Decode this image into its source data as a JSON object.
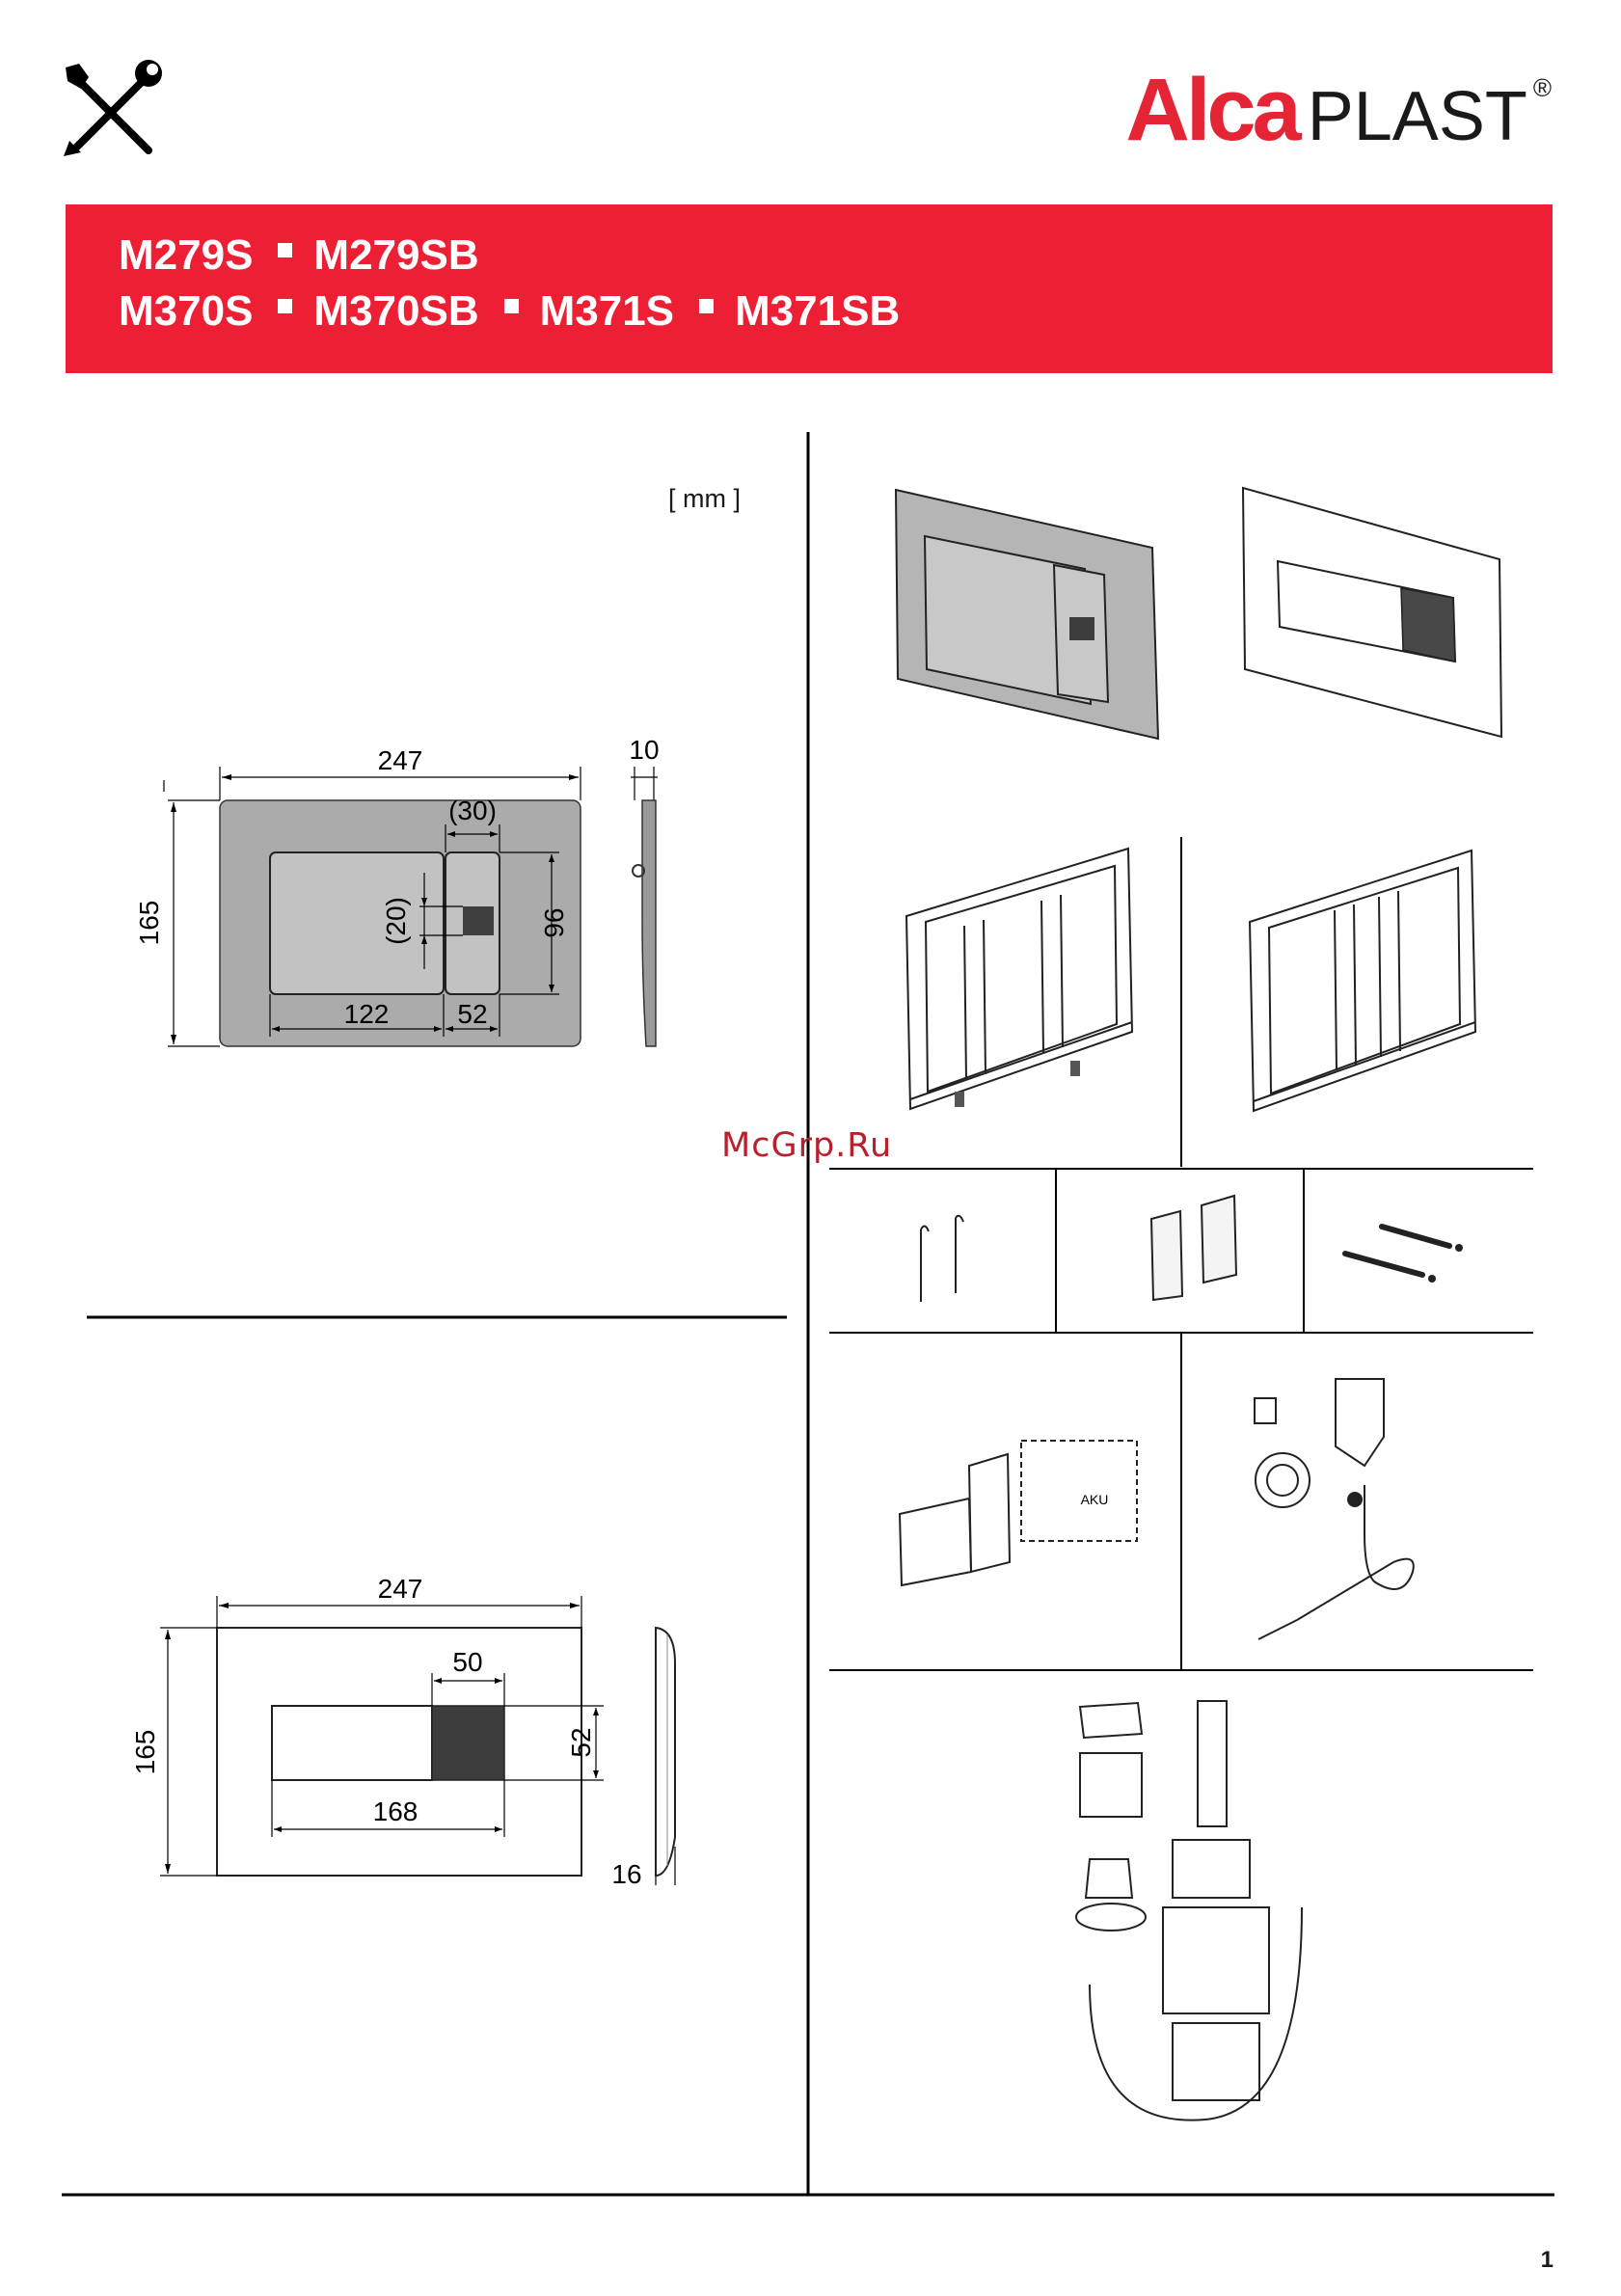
{
  "brand": {
    "alca": "Alca",
    "plast": "PLAST",
    "registered": "®"
  },
  "header_icon": "wrench-screwdriver-icon",
  "banner": {
    "line1": [
      "M279S",
      "M279SB"
    ],
    "line2": [
      "M370S",
      "M370SB",
      "M371S",
      "M371SB"
    ],
    "background": "#ed1f34"
  },
  "units": "[ mm ]",
  "drawing_a": {
    "width": "247",
    "depth": "10",
    "height": "165",
    "button_inset": "(30)",
    "sensor_height": "(20)",
    "button_height": "96",
    "large_button_width": "122",
    "small_button_width": "52"
  },
  "drawing_b": {
    "width": "247",
    "sensor_width": "50",
    "height": "165",
    "sensor_height": "52",
    "button_width": "168",
    "depth": "16"
  },
  "battery_label": "AKU",
  "watermark": "McGrp.Ru",
  "page_number": "1"
}
